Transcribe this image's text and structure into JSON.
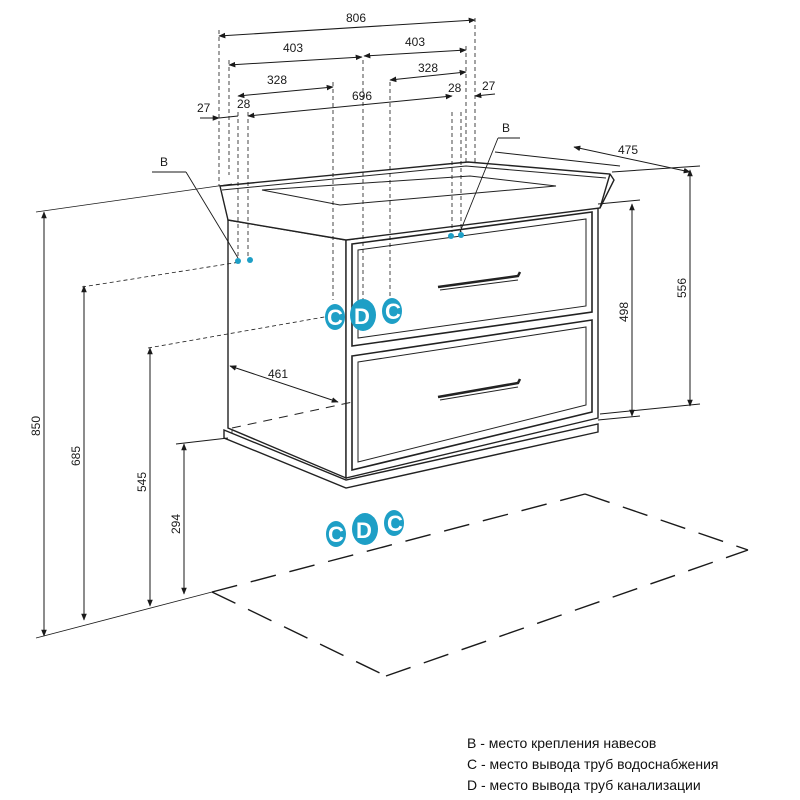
{
  "colors": {
    "line": "#1a1a1a",
    "outline": "#222222",
    "marker": "#1e9fc6",
    "marker_text": "#ffffff"
  },
  "dimensions": {
    "w806": "806",
    "w403_left": "403",
    "w403_right": "403",
    "w328_left": "328",
    "w328_right": "328",
    "w27_left": "27",
    "w27_right": "27",
    "w28_left": "28",
    "w28_right": "28",
    "w696": "696",
    "d475": "475",
    "d461": "461",
    "h850": "850",
    "h685": "685",
    "h545": "545",
    "h294": "294",
    "h498": "498",
    "h556": "556"
  },
  "markers": {
    "b_left": "B",
    "b_right": "B",
    "c": "C",
    "d": "D"
  },
  "legend": [
    "B - место крепления навесов",
    "C - место вывода труб водоснабжения",
    "D - место вывода труб канализации"
  ]
}
